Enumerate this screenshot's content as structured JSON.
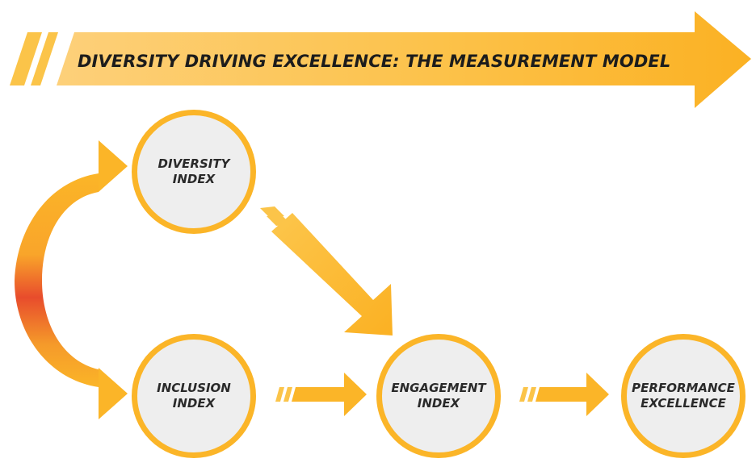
{
  "title": "DIVERSITY DRIVING EXCELLENCE: THE MEASUREMENT MODEL",
  "colors": {
    "accent": "#fbb528",
    "accent_light": "#fdd07a",
    "accent_deep": "#f08a28",
    "accent_red": "#e84c2c",
    "node_fill": "#eeeeee",
    "text": "#1c1c1c"
  },
  "nodes": {
    "diversity": "DIVERSITY\nINDEX",
    "inclusion": "INCLUSION\nINDEX",
    "engagement": "ENGAGEMENT\nINDEX",
    "performance": "PERFORMANCE\nEXCELLENCE"
  },
  "edges": [
    {
      "from": "diversity",
      "to": "inclusion",
      "style": "curved-two-way"
    },
    {
      "from": "diversity",
      "to": "engagement"
    },
    {
      "from": "inclusion",
      "to": "engagement"
    },
    {
      "from": "engagement",
      "to": "performance"
    }
  ]
}
